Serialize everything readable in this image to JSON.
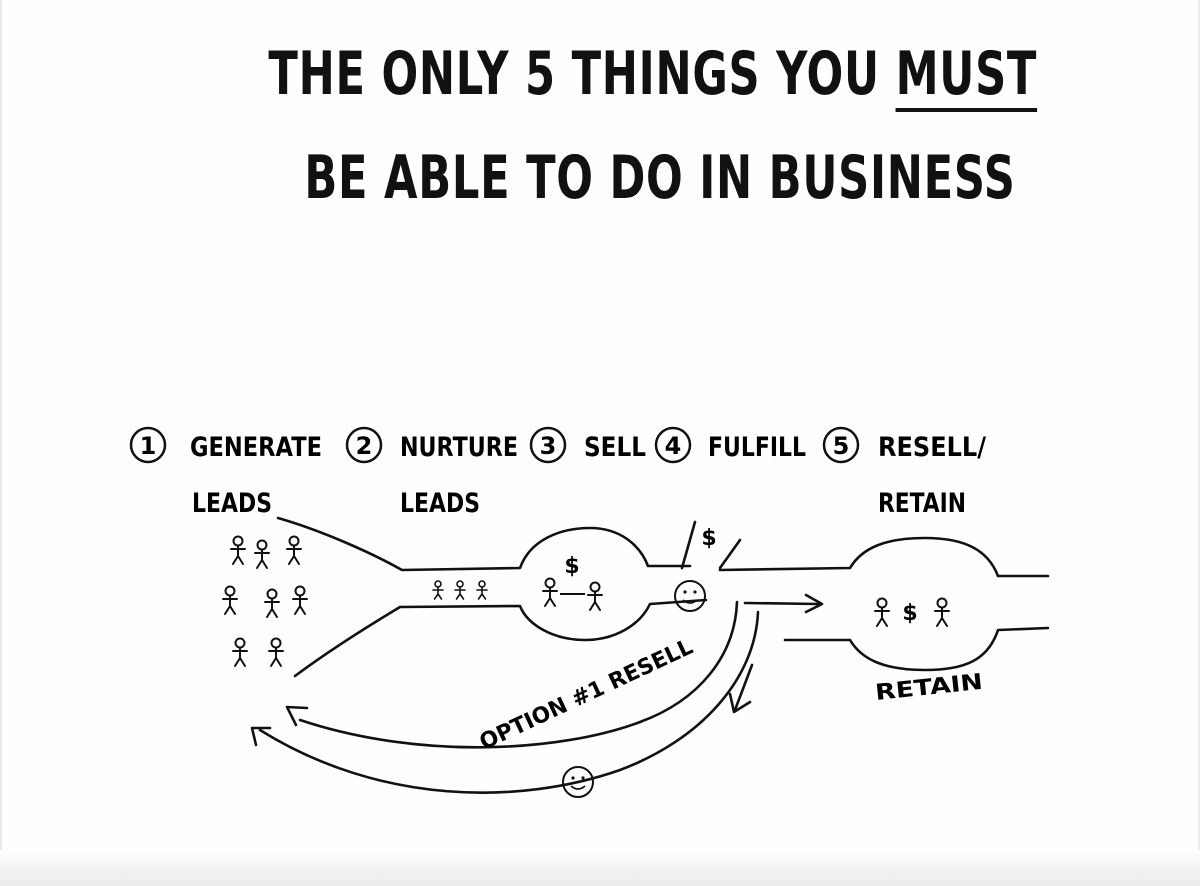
{
  "title": {
    "line1_prefix": "THE ONLY 5 THINGS YOU",
    "line1_emphasis": "MUST",
    "line2": "BE ABLE TO DO IN BUSINESS"
  },
  "steps": [
    {
      "number": "1",
      "label_line1": "GENERATE",
      "label_line2": "LEADS"
    },
    {
      "number": "2",
      "label_line1": "NURTURE",
      "label_line2": "LEADS"
    },
    {
      "number": "3",
      "label_line1": "SELL",
      "label_line2": ""
    },
    {
      "number": "4",
      "label_line1": "FULFILL",
      "label_line2": ""
    },
    {
      "number": "5",
      "label_line1": "RESELL/",
      "label_line2": "RETAIN"
    }
  ],
  "annotations": {
    "sell_symbol": "$",
    "fulfill_symbol": "$",
    "retain_symbol": "$",
    "resell_path": "OPTION #1 RESELL",
    "retain_label": "RETAIN",
    "smiley": "☺"
  }
}
